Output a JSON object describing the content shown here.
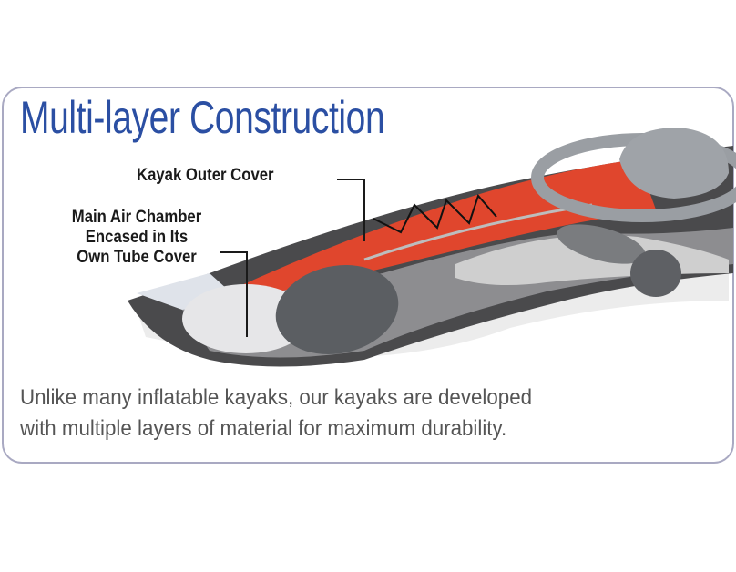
{
  "title": "Multi-layer Construction",
  "labels": {
    "outer_cover": "Kayak Outer Cover",
    "air_chamber_line1": "Main Air Chamber",
    "air_chamber_line2": "Encased in Its",
    "air_chamber_line3": "Own Tube Cover"
  },
  "caption": {
    "line1": "Unlike many inflatable kayaks, our kayaks are developed",
    "line2": "with multiple layers of material for maximum durability."
  },
  "colors": {
    "title": "#2b4fa3",
    "kayak_red": "#e0462d",
    "border": "#a9a9c2"
  }
}
